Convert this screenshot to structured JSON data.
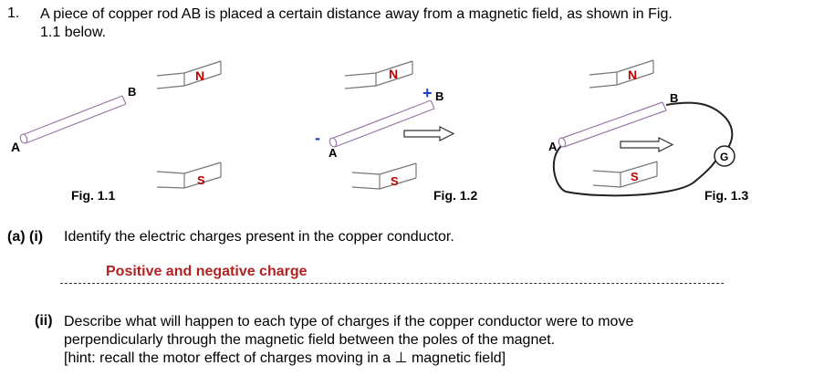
{
  "question": {
    "number": "1.",
    "text_line1": "A piece of copper rod AB is placed a certain distance away from a magnetic field, as shown in Fig.",
    "text_line2": "1.1 below."
  },
  "figures": {
    "fig1": {
      "caption": "Fig. 1.1",
      "label_a": "A",
      "label_b": "B",
      "pole_n": "N",
      "pole_s": "S"
    },
    "fig2": {
      "caption": "Fig. 1.2",
      "label_a": "A",
      "label_b": "B",
      "pole_n": "N",
      "pole_s": "S",
      "minus": "-",
      "plus": "+"
    },
    "fig3": {
      "caption": "Fig. 1.3",
      "label_a": "A",
      "label_b": "B",
      "pole_n": "N",
      "pole_s": "S",
      "galvanometer": "G"
    }
  },
  "part_a": {
    "label": "(a) (i)",
    "text": "Identify the electric charges present in the copper conductor.",
    "answer": "Positive and negative charge"
  },
  "part_ii": {
    "label": "(ii)",
    "line1": "Describe what will happen to each type of charges if the copper conductor were to move",
    "line2": "perpendicularly through the magnetic field between the poles of the magnet.",
    "line3": "[hint: recall the motor effect of charges moving in a ⊥ magnetic field]"
  },
  "colors": {
    "rod_stroke": "#9a7aa6",
    "sign": "#1f3fbf",
    "answer": "#b22222"
  }
}
